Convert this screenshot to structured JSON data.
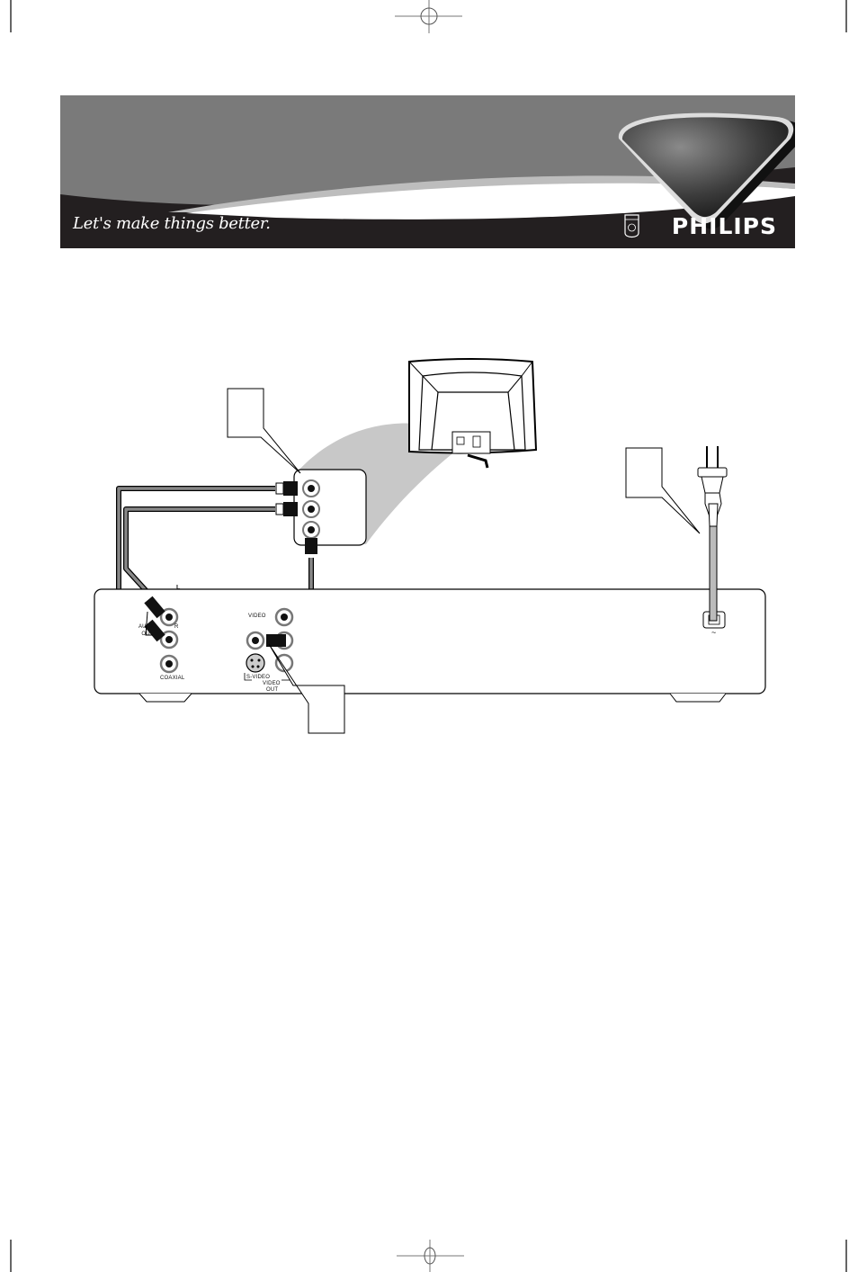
{
  "header": {
    "tagline": "Let's make things better.",
    "brand": "PHILIPS",
    "shield_text": "PHILIPS",
    "colors": {
      "banner_gray": "#7a7a7a",
      "banner_dark": "#231f20",
      "swoosh_light": "#bdbdbd"
    }
  },
  "diagram": {
    "player_labels": {
      "audio_l": "L",
      "audio_r": "R",
      "audio_out": "AUDIO OUT",
      "coaxial": "COAXIAL",
      "video": "VIDEO",
      "s_video": "S-VIDEO",
      "video_out_1": "VIDEO",
      "video_out_2": "OUT"
    },
    "power_symbol": "~",
    "callouts": [
      {
        "id": "tv-inputs-callout",
        "text": ""
      },
      {
        "id": "power-plug-callout",
        "text": ""
      },
      {
        "id": "video-out-callout",
        "text": ""
      }
    ]
  }
}
